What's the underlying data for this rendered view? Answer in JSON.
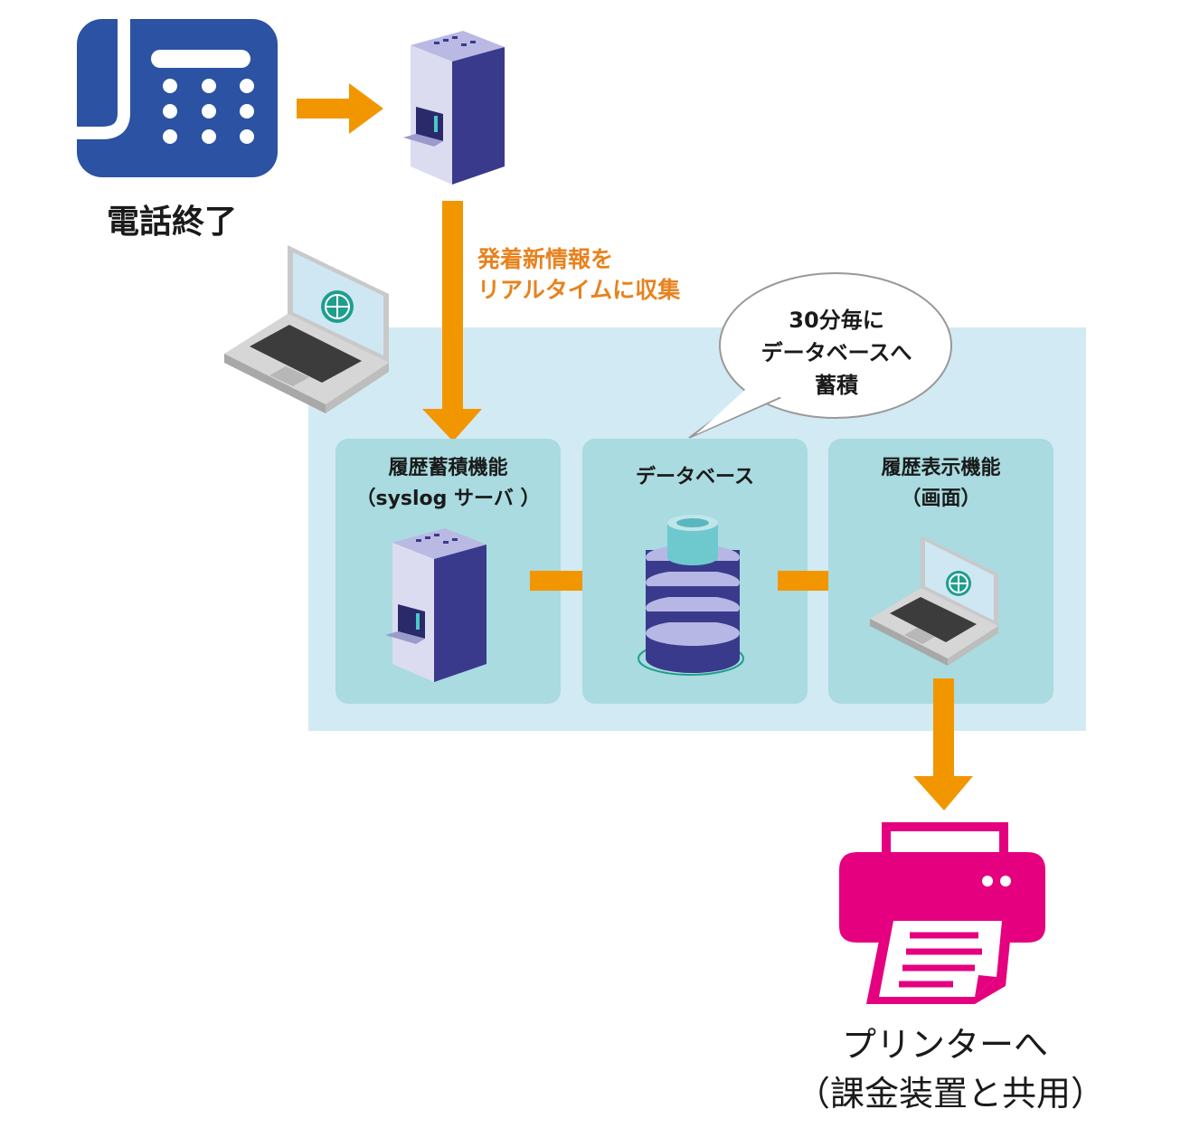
{
  "phone": {
    "label": "電話終了",
    "icon": "fax-phone-icon"
  },
  "collect_note": {
    "line1": "発着新情報を",
    "line2": "リアルタイムに収集"
  },
  "bubble": {
    "line1": "30分毎に",
    "line2": "データベースへ",
    "line3": "蓄積"
  },
  "boxes": [
    {
      "line1": "履歴蓄積機能",
      "line2": "（syslog サーバ ）"
    },
    {
      "line1": "データベース",
      "line2": ""
    },
    {
      "line1": "履歴表示機能",
      "line2": "（画面）"
    }
  ],
  "printer": {
    "line1": "プリンターへ",
    "line2": "（課金装置と共用）",
    "icon": "printer-icon"
  },
  "colors": {
    "arrow": "#f29600",
    "note": "#e8821e",
    "phone": "#2b52a3",
    "printer": "#e4007f",
    "panel": "#d2eaf3",
    "box": "#a9dbe0"
  }
}
